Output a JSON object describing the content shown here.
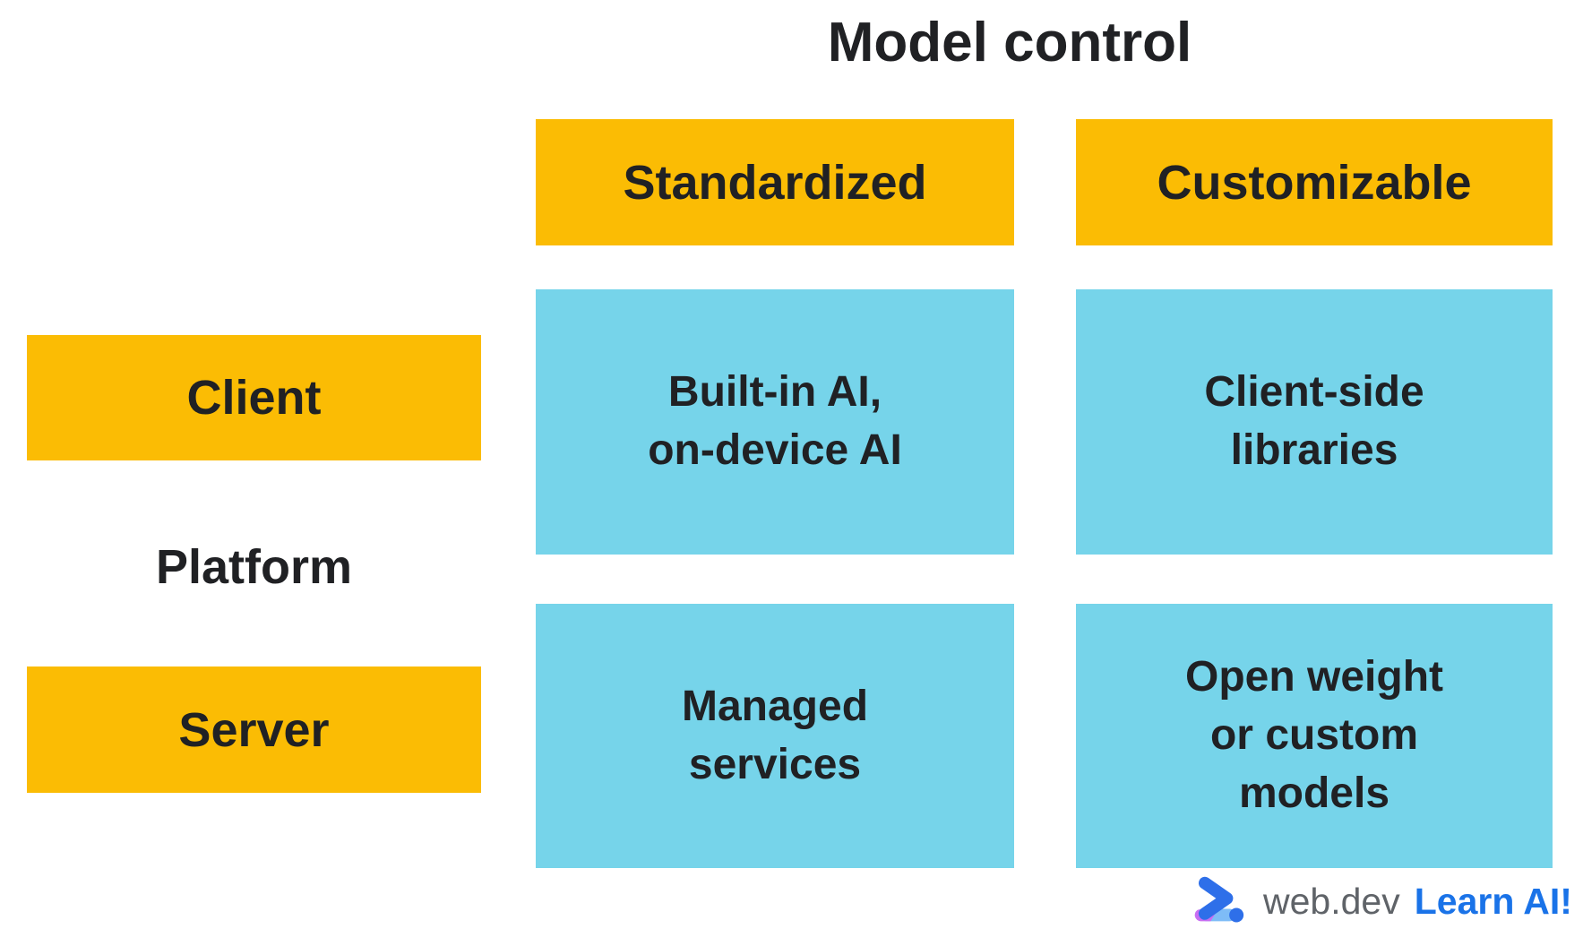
{
  "diagram": {
    "title": "Model control",
    "axis_label": "Platform",
    "columns": [
      {
        "label": "Standardized"
      },
      {
        "label": "Customizable"
      }
    ],
    "rows": [
      {
        "label": "Client"
      },
      {
        "label": "Server"
      }
    ],
    "cells": [
      {
        "row": "Client",
        "column": "Standardized",
        "text": "Built-in AI,\non-device AI"
      },
      {
        "row": "Client",
        "column": "Customizable",
        "text": "Client-side\nlibraries"
      },
      {
        "row": "Server",
        "column": "Standardized",
        "text": "Managed\nservices"
      },
      {
        "row": "Server",
        "column": "Customizable",
        "text": "Open weight\nor custom\nmodels"
      }
    ],
    "colors": {
      "header_yellow": "#FBBC04",
      "cell_cyan": "#76D4EA",
      "text": "#202124"
    }
  },
  "footer": {
    "brand": "web.dev",
    "campaign": "Learn AI!",
    "colors": {
      "brand_gray": "#5F6368",
      "campaign_blue": "#1A73E8",
      "logo_blue": "#2E6FE9",
      "logo_light_blue": "#7EBCF7",
      "logo_purple": "#C86EF2"
    }
  }
}
